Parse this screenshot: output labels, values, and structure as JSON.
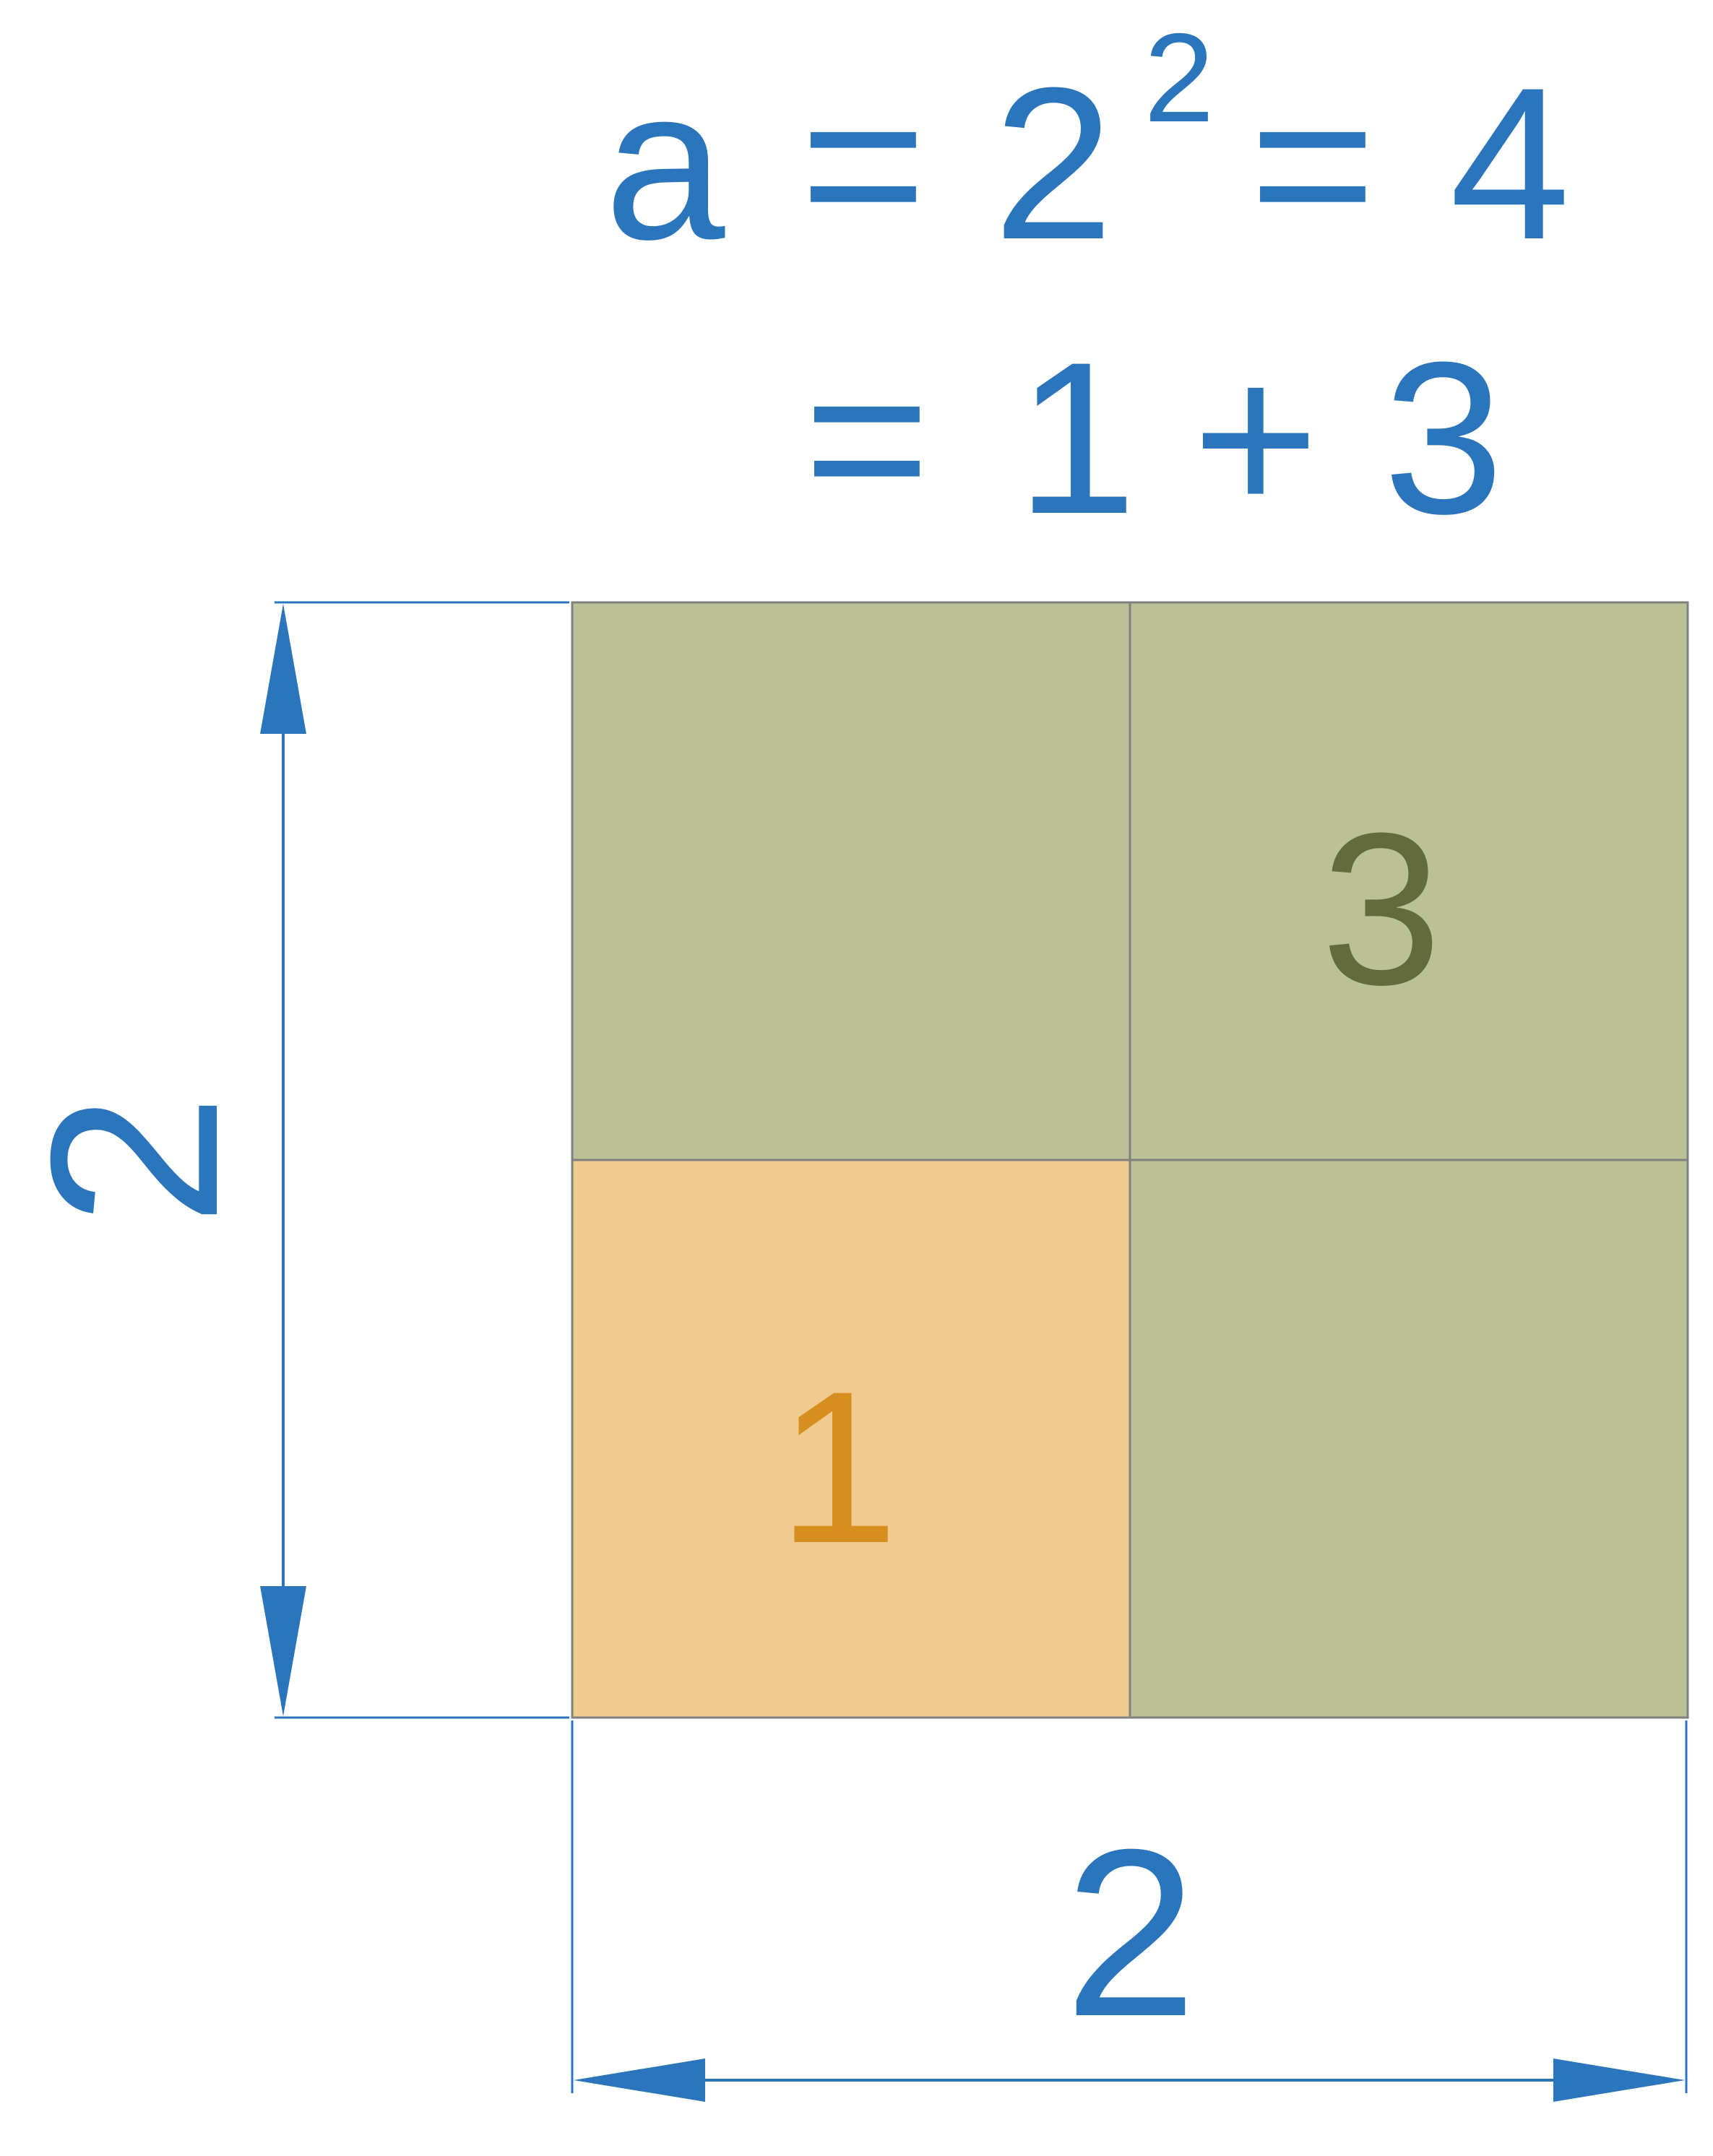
{
  "formula": {
    "line1": {
      "variable": "a",
      "eq1": "=",
      "base": "2",
      "exponent": "2",
      "eq2": "=",
      "result": "4"
    },
    "line2": {
      "eq": "=",
      "term1": "1",
      "plus": "+",
      "term2": "3"
    }
  },
  "grid": {
    "label_small": "1",
    "label_large": "3"
  },
  "dimensions": {
    "height_label": "2",
    "width_label": "2"
  },
  "colors": {
    "accent_blue": "#2a75bb",
    "small_fill": "#f0cb8f",
    "small_text": "#d68f1e",
    "large_fill": "#bbc096",
    "large_text": "#636a3c",
    "grid_border": "#808080"
  }
}
